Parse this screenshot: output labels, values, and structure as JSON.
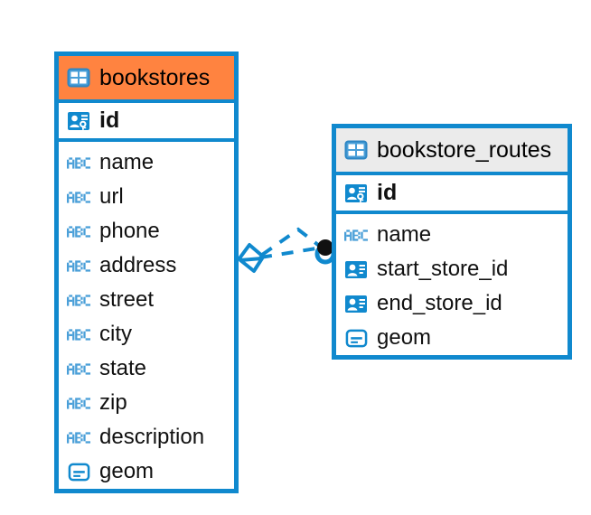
{
  "diagram": {
    "type": "entity-relationship-diagram",
    "background": "#ffffff",
    "accent_color": "#1089ce",
    "selected_color": "#ff8340",
    "header_color": "#ebebeb"
  },
  "tables": [
    {
      "name": "bookstores",
      "selected": true,
      "header_icon": "table-grid-icon",
      "primary_key": {
        "label": "id",
        "icon": "primary-key-icon"
      },
      "fields": [
        {
          "label": "name",
          "icon": "abc-text-icon"
        },
        {
          "label": "url",
          "icon": "abc-text-icon"
        },
        {
          "label": "phone",
          "icon": "abc-text-icon"
        },
        {
          "label": "address",
          "icon": "abc-text-icon"
        },
        {
          "label": "street",
          "icon": "abc-text-icon"
        },
        {
          "label": "city",
          "icon": "abc-text-icon"
        },
        {
          "label": "state",
          "icon": "abc-text-icon"
        },
        {
          "label": "zip",
          "icon": "abc-text-icon"
        },
        {
          "label": "description",
          "icon": "abc-text-icon"
        },
        {
          "label": "geom",
          "icon": "geometry-icon"
        }
      ]
    },
    {
      "name": "bookstore_routes",
      "selected": false,
      "header_icon": "table-grid-icon",
      "primary_key": {
        "label": "id",
        "icon": "primary-key-icon"
      },
      "fields": [
        {
          "label": "name",
          "icon": "abc-text-icon"
        },
        {
          "label": "start_store_id",
          "icon": "foreign-key-icon"
        },
        {
          "label": "end_store_id",
          "icon": "foreign-key-icon"
        },
        {
          "label": "geom",
          "icon": "geometry-icon"
        }
      ]
    }
  ],
  "relationship": {
    "style": "dashed",
    "color": "#1089ce",
    "source_table": "bookstores",
    "target_table": "bookstore_routes",
    "source_marker": "hollow-diamond",
    "target_marker": "filled-circle"
  }
}
